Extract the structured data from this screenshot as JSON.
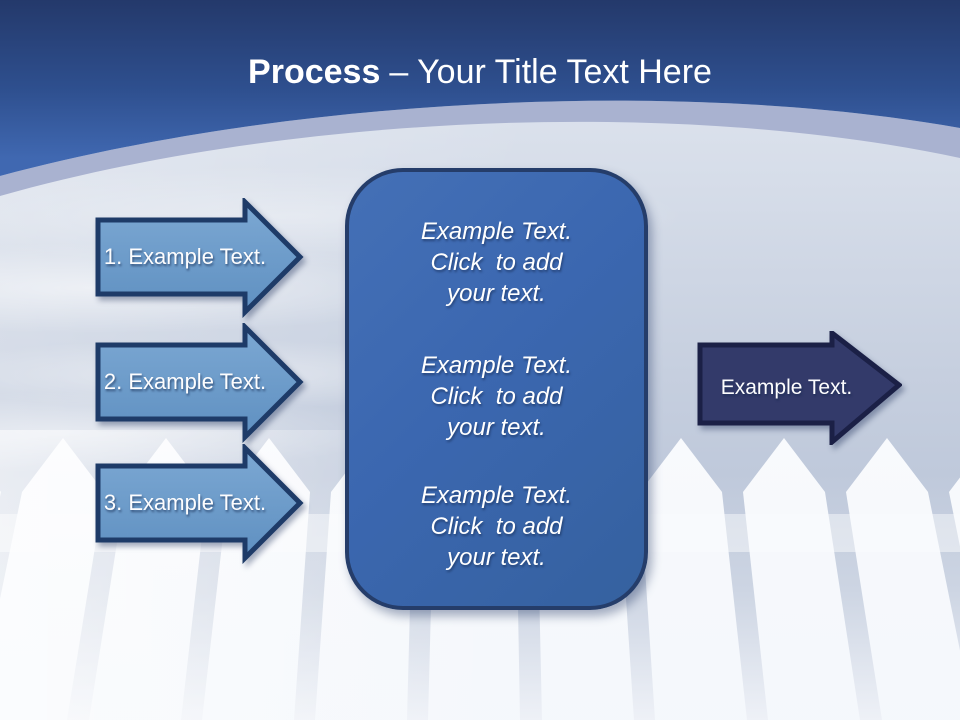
{
  "title": {
    "bold": "Process",
    "rest": "– Your Title Text Here"
  },
  "left_arrows": [
    {
      "label": "1. Example Text."
    },
    {
      "label": "2. Example Text."
    },
    {
      "label": "3. Example Text."
    }
  ],
  "center_box": {
    "blocks": [
      "Example Text.\nClick  to add\nyour text.",
      "Example Text.\nClick  to add\nyour text.",
      "Example Text.\nClick  to add\nyour text."
    ]
  },
  "right_arrow": {
    "label": "Example Text."
  },
  "colors": {
    "header_top": "#24396b",
    "header_bottom": "#4068b1",
    "curve_band": "#a9b2d0",
    "step_arrow_fill": "#6c9dcb",
    "step_arrow_border": "#1e3b68",
    "dark_arrow_fill": "#333a6a",
    "dark_arrow_border": "#1b2046",
    "center_box_fill": "#3b67b0",
    "center_box_border": "#253d6a",
    "text": "#ffffff"
  }
}
